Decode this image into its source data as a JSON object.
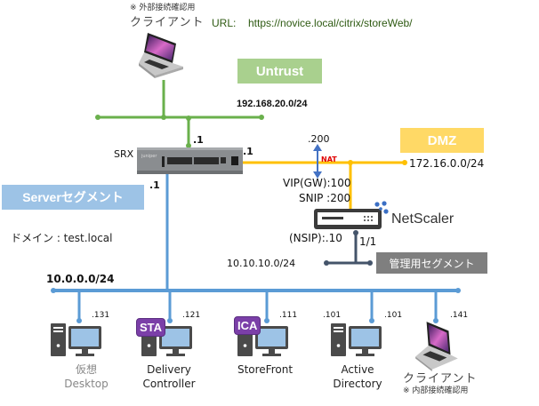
{
  "header": {
    "note_external": "※ 外部接続確認用",
    "client_label": "クライアント",
    "url_label": "URL:",
    "url_value": "https://novice.local/citrix/storeWeb/"
  },
  "zones": {
    "untrust": {
      "label": "Untrust",
      "network": "192.168.20.0/24",
      "color": "#a9d08e"
    },
    "dmz": {
      "label": "DMZ",
      "network": "172.16.0.0/24",
      "color": "#ffd966"
    },
    "server": {
      "label": "Serverセグメント",
      "network": "10.0.0.0/24",
      "color": "#9dc3e6",
      "domain_label": "ドメイン : test.local"
    },
    "management": {
      "label": "管理用セグメント",
      "network": "10.10.10.0/24",
      "color": "#7f7f7f"
    }
  },
  "srx": {
    "label": "SRX",
    "ip_untrust": ".1",
    "ip_dmz": ".1",
    "ip_server": ".1"
  },
  "netscaler": {
    "label": "NetScaler",
    "nat_ip": ".200",
    "nat_label": "NAT",
    "vip": "VIP(GW):100",
    "snip": "SNIP :200",
    "nsip": "(NSIP):.10",
    "port": "1/1"
  },
  "devices": [
    {
      "name_line1": "仮想",
      "name_line2": "Desktop",
      "ip": ".131",
      "badge": "",
      "type": "pc"
    },
    {
      "name_line1": "Delivery",
      "name_line2": "Controller",
      "ip": ".121",
      "badge": "STA",
      "type": "pc"
    },
    {
      "name_line1": "StoreFront",
      "name_line2": "",
      "ip": ".111",
      "badge": "ICA",
      "type": "pc"
    },
    {
      "name_line1": "Active",
      "name_line2": "Directory",
      "ip": ".101",
      "ip_left": ".101",
      "badge": "",
      "type": "pc"
    },
    {
      "name_line1": "クライアント",
      "name_line2": "※ 内部接続確認用",
      "ip": ".141",
      "badge": "",
      "type": "laptop"
    }
  ],
  "colors": {
    "untrust_line": "#6ab04c",
    "dmz_line": "#ffc000",
    "server_line": "#5b9bd5",
    "mgmt_line": "#44546a",
    "nat_red": "#e00000",
    "badge_purple": "#7b3fa8"
  }
}
